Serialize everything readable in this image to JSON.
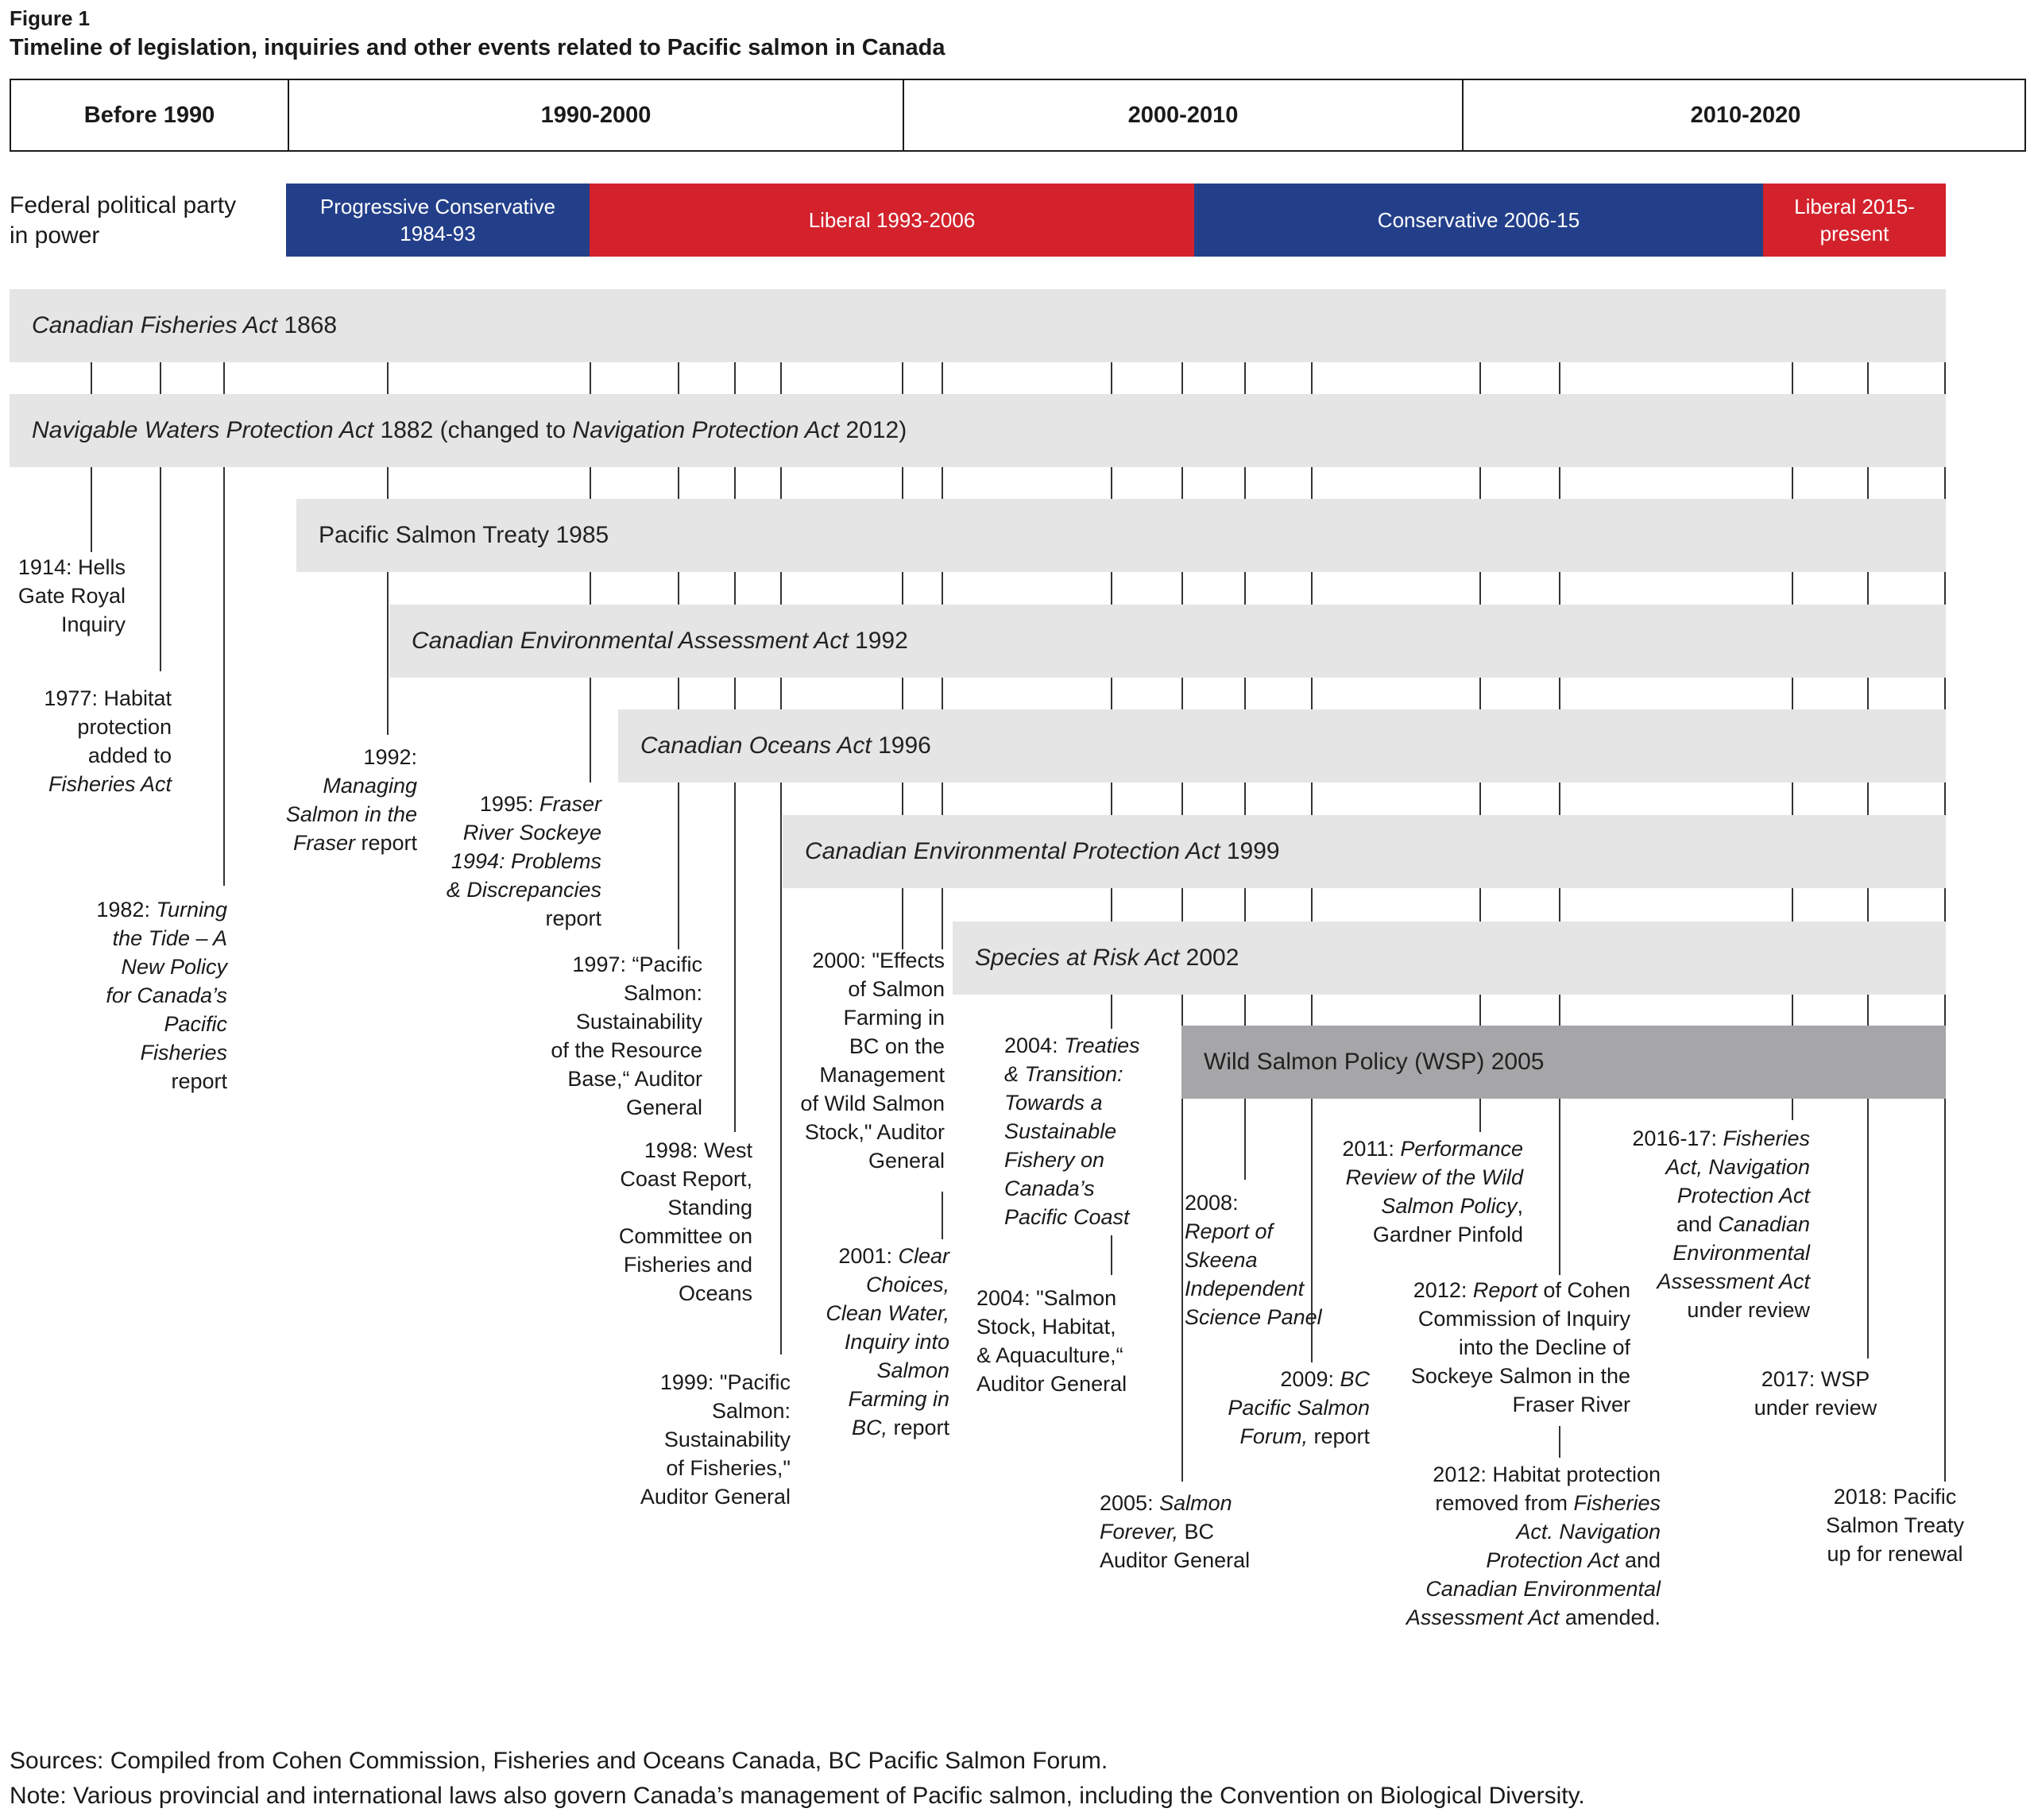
{
  "figure": {
    "label": "Figure 1",
    "title": "Timeline of legislation, inquiries and other events related to Pacific salmon in Canada"
  },
  "decades": [
    "Before 1990",
    "1990-2000",
    "2000-2010",
    "2010-2020"
  ],
  "party": {
    "label_line1": "Federal political party",
    "label_line2": "in power",
    "segments": [
      {
        "line1": "Progressive Conservative",
        "line2": "1984-93"
      },
      {
        "line1": "Liberal 1993-2006",
        "line2": ""
      },
      {
        "line1": "Conservative 2006-15",
        "line2": ""
      },
      {
        "line1": "Liberal 2015-",
        "line2": "present"
      }
    ],
    "colors": {
      "conservative": "#233f8a",
      "liberal": "#d3222c"
    }
  },
  "acts": {
    "fisheries": {
      "name": "Canadian Fisheries Act",
      "year": " 1868"
    },
    "navigable": {
      "name1": "Navigable Waters Protection Act",
      "mid": " 1882 (changed to ",
      "name2": "Navigation Protection Act",
      "end": " 2012)"
    },
    "treaty": {
      "text": "Pacific Salmon Treaty 1985"
    },
    "ceaa": {
      "name": "Canadian Environmental Assessment Act",
      "year": " 1992"
    },
    "oceans": {
      "name": "Canadian Oceans Act",
      "year": " 1996"
    },
    "cepa": {
      "name": "Canadian Environmental Protection Act",
      "year": " 1999"
    },
    "sara": {
      "name": "Species at Risk Act",
      "year": " 2002"
    },
    "wsp": {
      "text": "Wild Salmon Policy (WSP) 2005"
    }
  },
  "events": {
    "e1914": [
      "1914: Hells",
      "Gate Royal",
      "Inquiry"
    ],
    "e1977": {
      "a": "1977: Habitat",
      "b": "protection",
      "c": "added to",
      "d": "Fisheries Act"
    },
    "e1982": {
      "y": "1982: ",
      "t1": "Turning",
      "t2": "the Tide – A",
      "t3": "New Policy",
      "t4": "for Canada’s",
      "t5": "Pacific",
      "t6": "Fisheries",
      "end": "report"
    },
    "e1992": {
      "y": "1992:",
      "t1": "Managing",
      "t2": "Salmon in the",
      "t3": "Fraser",
      "end": " report"
    },
    "e1995": {
      "y": "1995: ",
      "t1": "Fraser",
      "t2": "River Sockeye",
      "t3": "1994: Problems",
      "t4": "& Discrepancies",
      "end": "report"
    },
    "e1997": [
      "1997: “Pacific",
      "Salmon:",
      "Sustainability",
      "of the Resource",
      "Base,“ Auditor",
      "General"
    ],
    "e1998": [
      "1998: West",
      "Coast Report,",
      "Standing",
      "Committee on",
      "Fisheries and",
      "Oceans"
    ],
    "e1999": [
      "1999: \"Pacific",
      "Salmon:",
      "Sustainability",
      "of Fisheries,\"",
      "Auditor General"
    ],
    "e2000": [
      "2000: \"Effects",
      "of Salmon",
      "Farming in",
      "BC on the",
      "Management",
      "of Wild Salmon",
      "Stock,\" Auditor",
      "General"
    ],
    "e2001": {
      "y": "2001: ",
      "t1": "Clear",
      "t2": "Choices,",
      "t3": "Clean Water,",
      "t4": "Inquiry into",
      "t5": "Salmon",
      "t6": "Farming in",
      "t7": "BC,",
      "end": " report"
    },
    "e2004a": {
      "y": "2004: ",
      "t1": "Treaties",
      "t2": "& Transition:",
      "t3": "Towards a",
      "t4": "Sustainable",
      "t5": "Fishery on",
      "t6": "Canada’s",
      "t7": "Pacific Coast"
    },
    "e2004b": [
      "2004: \"Salmon",
      "Stock, Habitat,",
      "& Aquaculture,“",
      "Auditor General"
    ],
    "e2005": {
      "y": "2005: ",
      "t1": "Salmon",
      "t2": "Forever,",
      "mid": " BC",
      "end": "Auditor General"
    },
    "e2008": {
      "y": "2008:",
      "t1": "Report of",
      "t2": "Skeena",
      "t3": "Independent",
      "t4": "Science Panel"
    },
    "e2009": {
      "y": "2009: ",
      "t1": "BC",
      "t2": "Pacific Salmon",
      "t3": "Forum,",
      "end": " report"
    },
    "e2011": {
      "y": "2011: ",
      "t1": "Performance",
      "t2": "Review of the Wild",
      "t3": "Salmon Policy",
      "end1": ",",
      "end2": "Gardner Pinfold"
    },
    "e2012a": {
      "y": "2012: ",
      "t1": "Report",
      "mid": " of Cohen",
      "l2": "Commission of Inquiry",
      "l3": "into the Decline of",
      "l4": "Sockeye Salmon in the",
      "l5": "Fraser River"
    },
    "e2012b": {
      "l1": "2012: Habitat protection",
      "l2": "removed from ",
      "t1": "Fisheries",
      "t2": "Act. Navigation",
      "t3": "Protection Act",
      "mid": " and",
      "t4": "Canadian Environmental",
      "t5": "Assessment Act",
      "end": " amended."
    },
    "e2016": {
      "y": "2016-17: ",
      "t1": "Fisheries",
      "t2": "Act, Navigation",
      "t3": "Protection Act",
      "m1": "and ",
      "t4": "Canadian",
      "t5": "Environmental",
      "t6": "Assessment Act",
      "end": "under review"
    },
    "e2017": [
      "2017: WSP",
      "under review"
    ],
    "e2018": [
      "2018: Pacific",
      "Salmon Treaty",
      "up for renewal"
    ]
  },
  "sources": {
    "line1": "Sources: Compiled from Cohen Commission, Fisheries and Oceans Canada, BC Pacific Salmon Forum.",
    "line2": "Note: Various provincial and international laws also govern Canada’s management of Pacific salmon, including the Convention on Biological Diversity."
  }
}
